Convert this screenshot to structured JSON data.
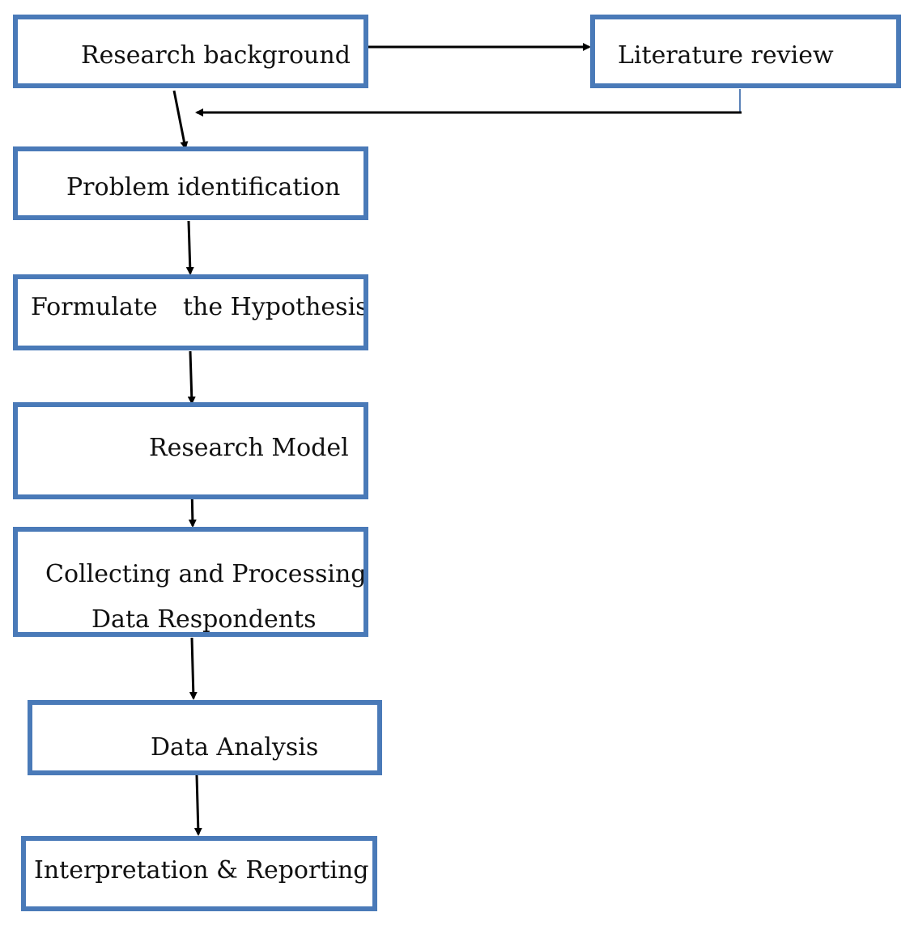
{
  "colors": {
    "box_border": "#4a7ab8",
    "arrow": "#000000",
    "text": "#111111",
    "background": "#ffffff"
  },
  "nodes": {
    "research_background": "Research background",
    "literature_review": "Literature review",
    "problem_identification": "Problem identification",
    "formulate": "Formulate",
    "the_hypothesis": "the Hypothesis",
    "research_model": "Research Model",
    "collecting_line1": "Collecting and Processing",
    "collecting_line2": "Data Respondents",
    "data_analysis": "Data Analysis",
    "interpretation": "Interpretation & Reporting"
  }
}
